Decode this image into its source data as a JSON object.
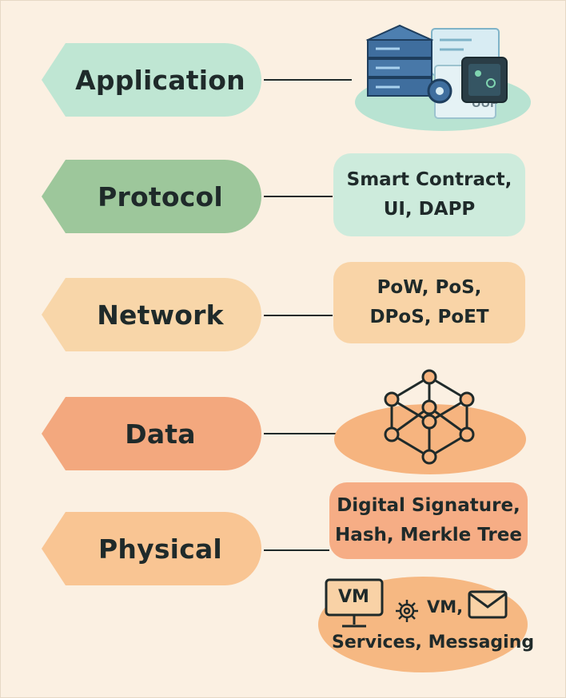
{
  "layers": [
    {
      "id": "application",
      "label": "Application",
      "color": "#bfe6d3"
    },
    {
      "id": "protocol",
      "label": "Protocol",
      "color": "#9dc79b"
    },
    {
      "id": "network",
      "label": "Network",
      "color": "#f8d6a9"
    },
    {
      "id": "data",
      "label": "Data",
      "color": "#f3a87e"
    },
    {
      "id": "physical",
      "label": "Physical",
      "color": "#f9c593"
    }
  ],
  "details": {
    "protocol": {
      "lines": [
        "Smart Contract,",
        "UI, DAPP"
      ],
      "color": "#cdebdc"
    },
    "network": {
      "lines": [
        "PoW, PoS,",
        "DPoS, PoET"
      ],
      "color": "#f9d4a7"
    },
    "physical": {
      "lines": [
        "Digital Signature,",
        "Hash, Merkle Tree"
      ],
      "color": "#f6ad85"
    },
    "physical_bottom": {
      "monitor_label": "VM",
      "vm_text": "VM,",
      "caption": "Services, Messaging",
      "color": "#f6b882"
    },
    "application_illustration": {
      "label": "UUF",
      "color": "#b8e3d2"
    },
    "data_ellipse_color": "#f6b47f"
  }
}
